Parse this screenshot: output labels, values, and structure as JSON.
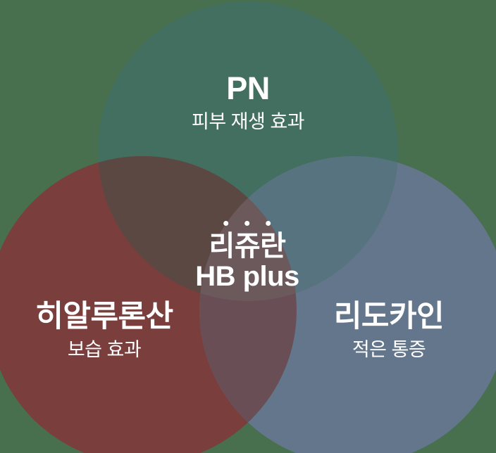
{
  "diagram": {
    "name": "rejuran-hb-plus-venn",
    "center": {
      "line1": "리쥬란",
      "line2": "HB plus"
    },
    "circles": {
      "top": {
        "label": "PN",
        "sublabel": "피부 재생 효과"
      },
      "left": {
        "label": "히알루론산",
        "sublabel": "보습 효과"
      },
      "right": {
        "label": "리도카인",
        "sublabel": "적은 통증"
      }
    },
    "colors": {
      "background": "#48704F",
      "circle_top": "#426F5F",
      "circle_left": "#7A3E3D",
      "circle_right": "#64768B",
      "overlap_top_left": "#5B4843",
      "overlap_top_right": "#57737F",
      "overlap_bottom": "#694E56",
      "overlap_center": "#6B595C",
      "text": "#FFFFFF"
    }
  }
}
